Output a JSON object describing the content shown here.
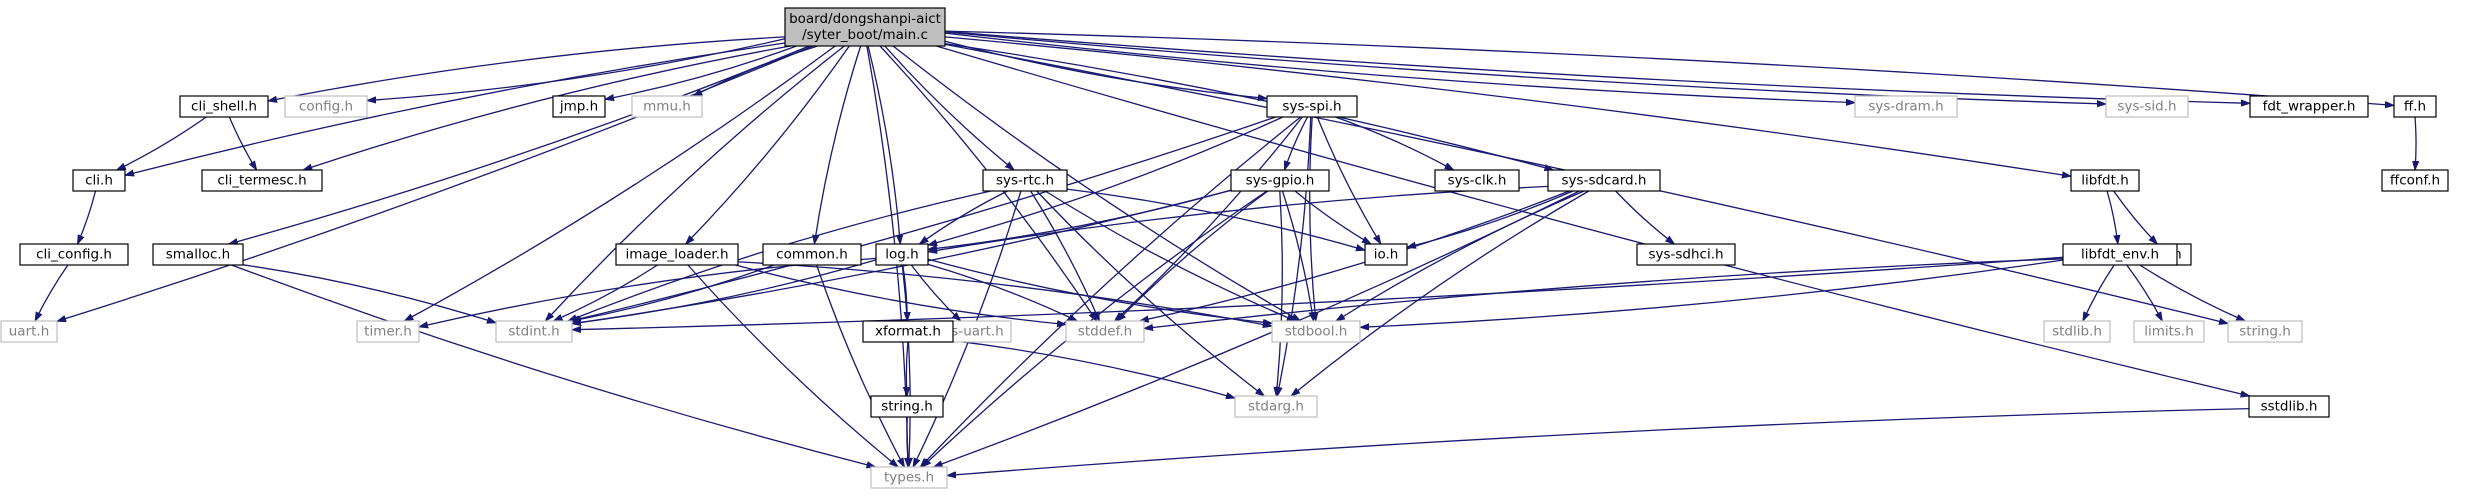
{
  "diagram": {
    "root": "board/dongshanpi-aict /syter_boot/main.c",
    "nodes": [
      {
        "id": "main",
        "lines": [
          "board/dongshanpi-aict",
          "/syter_boot/main.c"
        ],
        "style": "root"
      },
      {
        "id": "cli_shell",
        "lines": [
          "cli_shell.h"
        ],
        "style": "doc"
      },
      {
        "id": "config",
        "lines": [
          "config.h"
        ],
        "style": "ext"
      },
      {
        "id": "jmp",
        "lines": [
          "jmp.h"
        ],
        "style": "doc"
      },
      {
        "id": "mmu",
        "lines": [
          "mmu.h"
        ],
        "style": "ext"
      },
      {
        "id": "sys_spi",
        "lines": [
          "sys-spi.h"
        ],
        "style": "doc"
      },
      {
        "id": "sys_dram",
        "lines": [
          "sys-dram.h"
        ],
        "style": "ext"
      },
      {
        "id": "sys_sid",
        "lines": [
          "sys-sid.h"
        ],
        "style": "ext"
      },
      {
        "id": "fdt_wrapper",
        "lines": [
          "fdt_wrapper.h"
        ],
        "style": "doc"
      },
      {
        "id": "ff",
        "lines": [
          "ff.h"
        ],
        "style": "doc"
      },
      {
        "id": "cli",
        "lines": [
          "cli.h"
        ],
        "style": "doc"
      },
      {
        "id": "cli_termesc",
        "lines": [
          "cli_termesc.h"
        ],
        "style": "doc"
      },
      {
        "id": "sys_clk",
        "lines": [
          "sys-clk.h"
        ],
        "style": "doc"
      },
      {
        "id": "libfdt",
        "lines": [
          "libfdt.h"
        ],
        "style": "doc"
      },
      {
        "id": "ffconf",
        "lines": [
          "ffconf.h"
        ],
        "style": "doc"
      },
      {
        "id": "sys_rtc",
        "lines": [
          "sys-rtc.h"
        ],
        "style": "doc"
      },
      {
        "id": "sys_gpio",
        "lines": [
          "sys-gpio.h"
        ],
        "style": "doc"
      },
      {
        "id": "sys_sdcard",
        "lines": [
          "sys-sdcard.h"
        ],
        "style": "doc"
      },
      {
        "id": "cli_config",
        "lines": [
          "cli_config.h"
        ],
        "style": "doc"
      },
      {
        "id": "smalloc",
        "lines": [
          "smalloc.h"
        ],
        "style": "doc"
      },
      {
        "id": "image_loader",
        "lines": [
          "image_loader.h"
        ],
        "style": "doc"
      },
      {
        "id": "common",
        "lines": [
          "common.h"
        ],
        "style": "doc"
      },
      {
        "id": "log",
        "lines": [
          "log.h"
        ],
        "style": "doc"
      },
      {
        "id": "io",
        "lines": [
          "io.h"
        ],
        "style": "doc"
      },
      {
        "id": "sys_sdhci",
        "lines": [
          "sys-sdhci.h"
        ],
        "style": "doc"
      },
      {
        "id": "fdt",
        "lines": [
          "fdt.h"
        ],
        "style": "doc"
      },
      {
        "id": "libfdt_env",
        "lines": [
          "libfdt_env.h"
        ],
        "style": "doc"
      },
      {
        "id": "uart",
        "lines": [
          "uart.h"
        ],
        "style": "ext"
      },
      {
        "id": "timer",
        "lines": [
          "timer.h"
        ],
        "style": "ext"
      },
      {
        "id": "stdint",
        "lines": [
          "stdint.h"
        ],
        "style": "ext"
      },
      {
        "id": "sys_uart",
        "lines": [
          "sys-uart.h"
        ],
        "style": "ext"
      },
      {
        "id": "stddef",
        "lines": [
          "stddef.h"
        ],
        "style": "ext"
      },
      {
        "id": "stdbool",
        "lines": [
          "stdbool.h"
        ],
        "style": "ext"
      },
      {
        "id": "stdlib",
        "lines": [
          "stdlib.h"
        ],
        "style": "ext"
      },
      {
        "id": "limits",
        "lines": [
          "limits.h"
        ],
        "style": "ext"
      },
      {
        "id": "string",
        "lines": [
          "string.h"
        ],
        "style": "ext"
      },
      {
        "id": "xformat",
        "lines": [
          "xformat.h"
        ],
        "style": "doc"
      },
      {
        "id": "string2",
        "lines": [
          "string.h"
        ],
        "style": "doc"
      },
      {
        "id": "stdarg",
        "lines": [
          "stdarg.h"
        ],
        "style": "ext"
      },
      {
        "id": "sstdlib",
        "lines": [
          "sstdlib.h"
        ],
        "style": "doc"
      },
      {
        "id": "types",
        "lines": [
          "types.h"
        ],
        "style": "ext"
      }
    ],
    "edges": [
      [
        "main",
        "uart"
      ],
      [
        "main",
        "cli"
      ],
      [
        "main",
        "smalloc"
      ],
      [
        "main",
        "cli_shell"
      ],
      [
        "main",
        "config"
      ],
      [
        "main",
        "cli_termesc"
      ],
      [
        "main",
        "timer"
      ],
      [
        "main",
        "stdint"
      ],
      [
        "main",
        "jmp"
      ],
      [
        "main",
        "mmu"
      ],
      [
        "main",
        "image_loader"
      ],
      [
        "main",
        "common"
      ],
      [
        "main",
        "log"
      ],
      [
        "main",
        "sys_rtc"
      ],
      [
        "main",
        "stddef"
      ],
      [
        "main",
        "sys_spi"
      ],
      [
        "main",
        "sys_sdcard"
      ],
      [
        "main",
        "sys_dram"
      ],
      [
        "main",
        "types"
      ],
      [
        "main",
        "stdbool"
      ],
      [
        "main",
        "libfdt"
      ],
      [
        "main",
        "sys_sid"
      ],
      [
        "main",
        "string"
      ],
      [
        "main",
        "fdt_wrapper"
      ],
      [
        "main",
        "ff"
      ],
      [
        "main",
        "sstdlib"
      ],
      [
        "cli_shell",
        "cli"
      ],
      [
        "cli_shell",
        "cli_termesc"
      ],
      [
        "cli",
        "cli_config"
      ],
      [
        "cli_config",
        "uart"
      ],
      [
        "smalloc",
        "stdint"
      ],
      [
        "smalloc",
        "types"
      ],
      [
        "sys_spi",
        "log"
      ],
      [
        "sys_spi",
        "sys_gpio"
      ],
      [
        "sys_spi",
        "sys_clk"
      ],
      [
        "sys_spi",
        "io"
      ],
      [
        "sys_spi",
        "stddef"
      ],
      [
        "sys_spi",
        "stdbool"
      ],
      [
        "sys_spi",
        "stdint"
      ],
      [
        "sys_spi",
        "types"
      ],
      [
        "sys_spi",
        "stdarg"
      ],
      [
        "sys_rtc",
        "log"
      ],
      [
        "sys_rtc",
        "io"
      ],
      [
        "sys_rtc",
        "stdint"
      ],
      [
        "sys_rtc",
        "stddef"
      ],
      [
        "sys_rtc",
        "stdbool"
      ],
      [
        "sys_rtc",
        "types"
      ],
      [
        "sys_rtc",
        "stdarg"
      ],
      [
        "sys_gpio",
        "log"
      ],
      [
        "sys_gpio",
        "io"
      ],
      [
        "sys_gpio",
        "stdint"
      ],
      [
        "sys_gpio",
        "stddef"
      ],
      [
        "sys_gpio",
        "stdbool"
      ],
      [
        "sys_gpio",
        "types"
      ],
      [
        "sys_gpio",
        "stdarg"
      ],
      [
        "sys_sdcard",
        "log"
      ],
      [
        "sys_sdcard",
        "io"
      ],
      [
        "sys_sdcard",
        "sys_sdhci"
      ],
      [
        "sys_sdcard",
        "stddef"
      ],
      [
        "sys_sdcard",
        "stdbool"
      ],
      [
        "sys_sdcard",
        "types"
      ],
      [
        "sys_sdcard",
        "stdarg"
      ],
      [
        "image_loader",
        "stdint"
      ],
      [
        "image_loader",
        "stddef"
      ],
      [
        "image_loader",
        "stdbool"
      ],
      [
        "image_loader",
        "types"
      ],
      [
        "common",
        "stdint"
      ],
      [
        "common",
        "types"
      ],
      [
        "log",
        "stdint"
      ],
      [
        "log",
        "timer"
      ],
      [
        "log",
        "xformat"
      ],
      [
        "log",
        "sys_uart"
      ],
      [
        "log",
        "stddef"
      ],
      [
        "log",
        "stdbool"
      ],
      [
        "log",
        "types"
      ],
      [
        "xformat",
        "string2"
      ],
      [
        "xformat",
        "stdarg"
      ],
      [
        "string2",
        "types"
      ],
      [
        "libfdt",
        "libfdt_env"
      ],
      [
        "libfdt",
        "fdt"
      ],
      [
        "libfdt_env",
        "stdint"
      ],
      [
        "libfdt_env",
        "stddef"
      ],
      [
        "libfdt_env",
        "stdbool"
      ],
      [
        "libfdt_env",
        "stdlib"
      ],
      [
        "libfdt_env",
        "limits"
      ],
      [
        "libfdt_env",
        "string"
      ],
      [
        "ff",
        "ffconf"
      ],
      [
        "sstdlib",
        "types"
      ]
    ]
  },
  "colors": {
    "edge": "#191970",
    "root_fill": "#bfbfbf",
    "doc_border": "#000000",
    "ext_border": "#bfbfbf",
    "ext_text": "#808080",
    "doc_text": "#000000"
  }
}
